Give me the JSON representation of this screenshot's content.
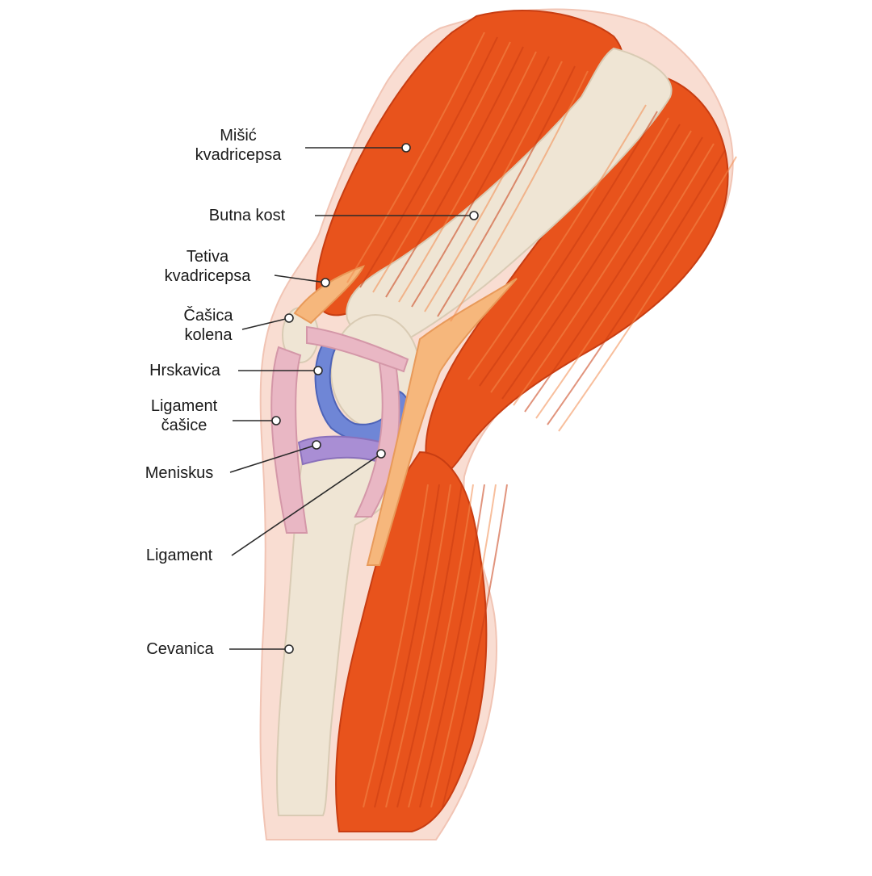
{
  "colors": {
    "muscle": "#e8531c",
    "muscle_dark": "#c83d12",
    "muscle_light": "#f28a4c",
    "skin": "#f9ddd2",
    "bone": "#efe5d4",
    "bone_shade": "#d9cbb4",
    "tendon": "#f6b77c",
    "ligament": "#e9b7c4",
    "cartilage": "#6f86d6",
    "meniscus": "#a98ed4",
    "leader": "#2a2a2a"
  },
  "labels": {
    "quadriceps_muscle": [
      "Mišić",
      "kvadricepsa"
    ],
    "femur": [
      "Butna kost"
    ],
    "quadriceps_tendon": [
      "Tetiva",
      "kvadricepsa"
    ],
    "patella": [
      "Čašica",
      "kolena"
    ],
    "cartilage": [
      "Hrskavica"
    ],
    "patellar_ligament": [
      "Ligament",
      "čašice"
    ],
    "meniscus": [
      "Meniskus"
    ],
    "ligament": [
      "Ligament"
    ],
    "tibia": [
      "Cevanica"
    ]
  }
}
